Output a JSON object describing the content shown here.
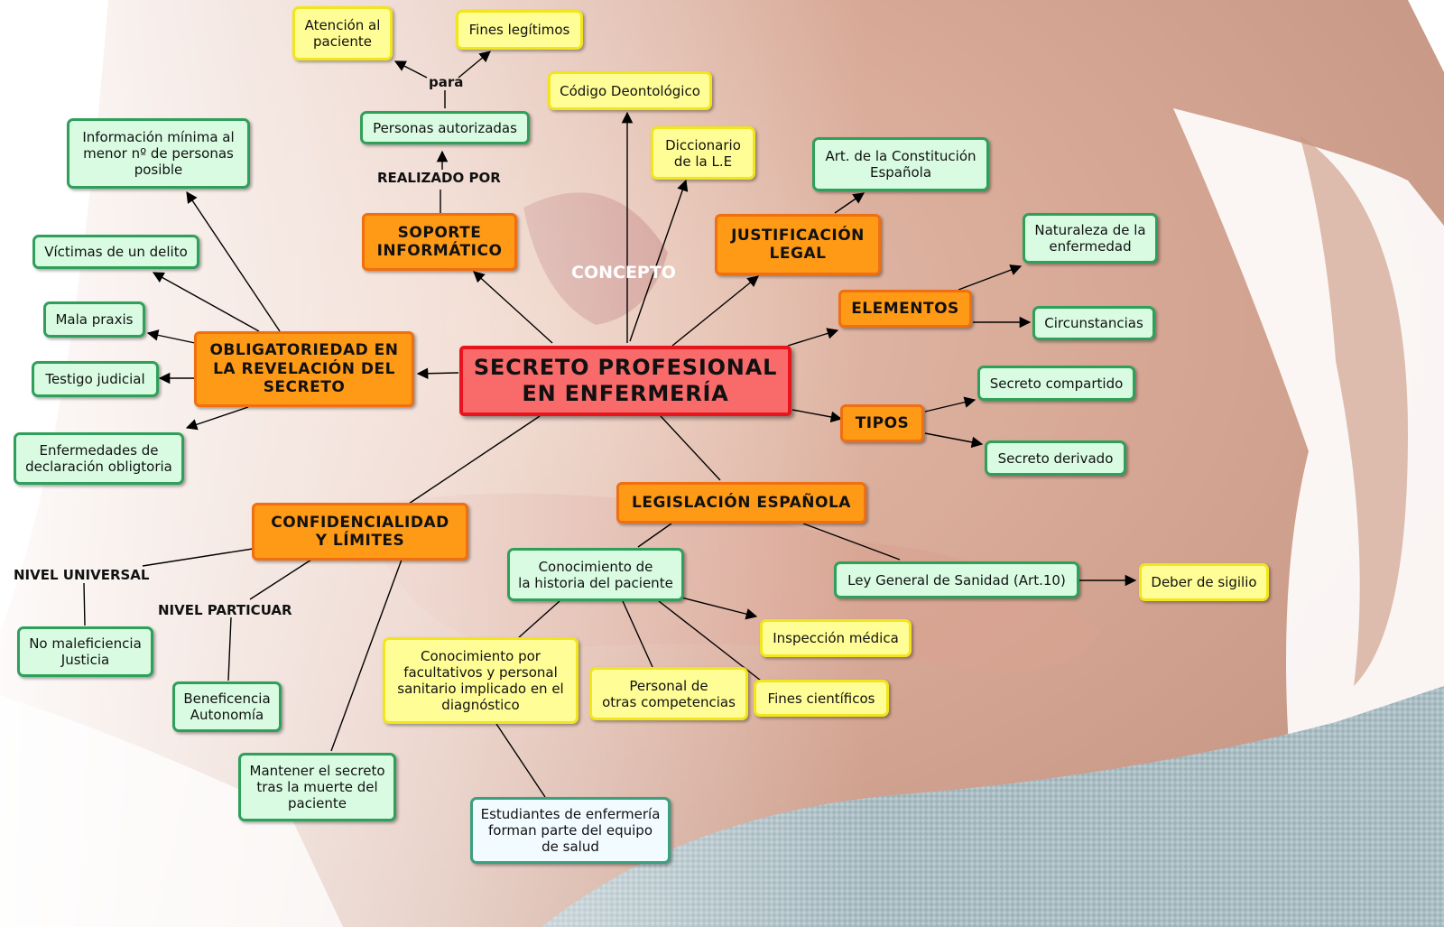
{
  "central": "SECRETO PROFESIONAL\nEN ENFERMERÍA",
  "orange": {
    "soporte": "SOPORTE\nINFORMÁTICO",
    "justificacion": "JUSTIFICACIÓN\nLEGAL",
    "elementos": "ELEMENTOS",
    "tipos": "TIPOS",
    "obligatoriedad": "OBLIGATORIEDAD EN\nLA REVELACIÓN DEL\nSECRETO",
    "confidencialidad": "CONFIDENCIALIDAD\nY LÍMITES",
    "legislacion": "LEGISLACIÓN ESPAÑOLA"
  },
  "green": {
    "personas_autorizadas": "Personas autorizadas",
    "informacion_minima": "Información mínima al\nmenor nº de personas\nposible",
    "victimas": "Víctimas de un delito",
    "mala_praxis": "Mala praxis",
    "testigo": "Testigo judicial",
    "enfermedades": "Enfermedades de\ndeclaración obligtoria",
    "art_constitucion": "Art. de la Constitución\nEspañola",
    "naturaleza": "Naturaleza de la\nenfermedad",
    "circunstancias": "Circunstancias",
    "secreto_compartido": "Secreto compartido",
    "secreto_derivado": "Secreto derivado",
    "no_maleficiencia": "No maleficiencia\nJusticia",
    "beneficencia": "Beneficencia\nAutonomía",
    "mantener_secreto": "Mantener el secreto\ntras la muerte del\npaciente",
    "conocimiento_historia": "Conocimiento de\nla historia del paciente",
    "ley_general": "Ley General de Sanidad (Art.10)"
  },
  "yellow": {
    "atencion": "Atención al\npaciente",
    "fines_legitimos": "Fines legítimos",
    "codigo": "Código Deontológico",
    "diccionario": "Diccionario\nde la L.E",
    "deber_sigilo": "Deber de sigilio",
    "inspeccion": "Inspección médica",
    "fines_cientificos": "Fines científicos",
    "personal_otras": "Personal de\notras competencias",
    "conocimiento_facultativos": "Conocimiento por\nfacultativos y personal\nsanitario implicado en el\ndiagnóstico"
  },
  "white": {
    "estudiantes": "Estudiantes de enfermería\nforman parte del equipo\nde salud"
  },
  "labels": {
    "para": "para",
    "realizado_por": "REALIZADO POR",
    "concepto": "CONCEPTO",
    "nivel_universal": "NIVEL UNIVERSAL",
    "nivel_particular": "NIVEL PARTICUAR"
  }
}
